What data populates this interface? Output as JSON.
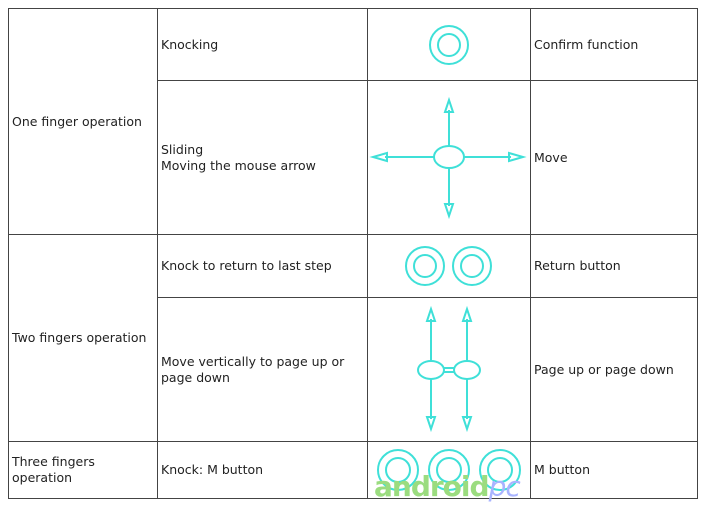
{
  "rows": [
    {
      "group": "One finger operation",
      "action": "Knocking",
      "function": "Confirm function",
      "icon": "single-circle-icon"
    },
    {
      "action_lines": [
        "Sliding",
        "Moving the mouse arrow"
      ],
      "function": "Move",
      "icon": "four-way-arrow-icon"
    },
    {
      "group": "Two fingers operation",
      "action": "Knock to return to last step",
      "function": "Return button",
      "icon": "double-circle-icon"
    },
    {
      "action_lines": [
        "Move vertically to page up or",
        "page down"
      ],
      "function": "Page up or page down",
      "icon": "vertical-two-arrows-icon"
    },
    {
      "group": "Three fingers operation",
      "action": "Knock: M button",
      "function": "M button",
      "icon": "triple-circle-icon"
    }
  ],
  "watermark": {
    "part1": "android",
    "part2": "pc"
  },
  "colors": {
    "icon": "#3fe0d8",
    "border": "#444444"
  }
}
